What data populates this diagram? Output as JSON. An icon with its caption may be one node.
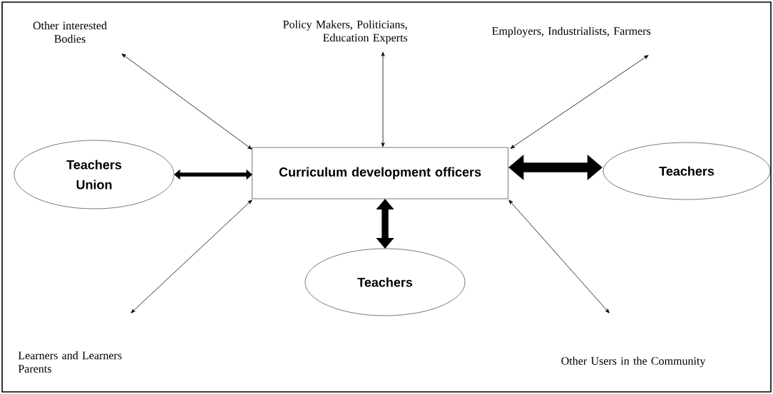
{
  "diagram": {
    "nodes": [
      {
        "text": [
          "Other interested Bodies"
        ]
      },
      {
        "text": [
          "Policy Makers, Politicians, Education Experts"
        ]
      },
      {
        "text": [
          "Employers, Industrialists, Farmers"
        ]
      },
      {
        "text": [
          "Teachers Union"
        ]
      },
      {
        "text": [
          "Curriculum development officers"
        ]
      },
      {
        "text": [
          "Teachers"
        ]
      },
      {
        "text": [
          "Teachers"
        ]
      },
      {
        "text": [
          "Learners and Learners Parents"
        ]
      },
      {
        "text": [
          "Other Users in the Community"
        ]
      }
    ],
    "edges": [
      {
        "from": 4,
        "to": 0,
        "arrow": "both"
      },
      {
        "from": 4,
        "to": 1,
        "arrow": "both"
      },
      {
        "from": 4,
        "to": 2,
        "arrow": "both"
      },
      {
        "from": 3,
        "to": 4,
        "arrow": "both",
        "style": "thick"
      },
      {
        "from": 4,
        "to": 5,
        "arrow": "both",
        "style": "thick"
      },
      {
        "from": 4,
        "to": 6,
        "arrow": "both",
        "style": "thick"
      },
      {
        "from": 4,
        "to": 7,
        "arrow": "both"
      },
      {
        "from": 4,
        "to": 8,
        "arrow": "both"
      }
    ]
  }
}
